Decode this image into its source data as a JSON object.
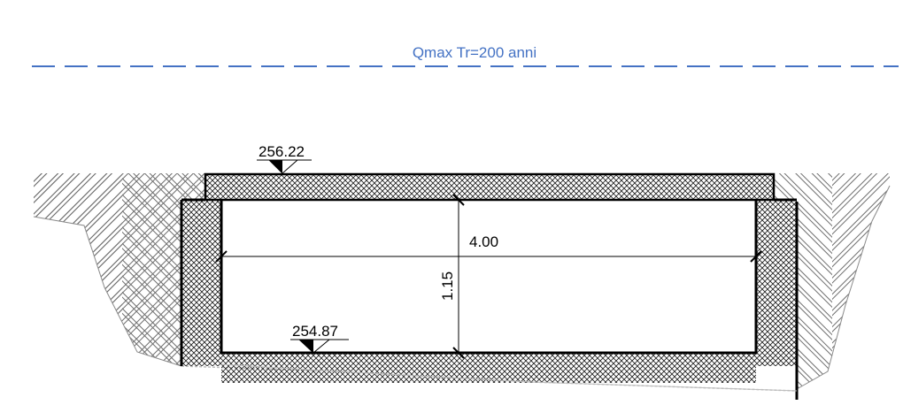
{
  "water_level": {
    "label": "Qmax Tr=200 anni",
    "color": "#4472c4"
  },
  "elevations": {
    "top": "256.22",
    "bottom": "254.87"
  },
  "dimensions": {
    "width": "4.00",
    "height": "1.15"
  },
  "colors": {
    "line": "#000000",
    "soil_hatch": "#6e6e6e",
    "concrete_hatch": "#1a1a1a"
  }
}
